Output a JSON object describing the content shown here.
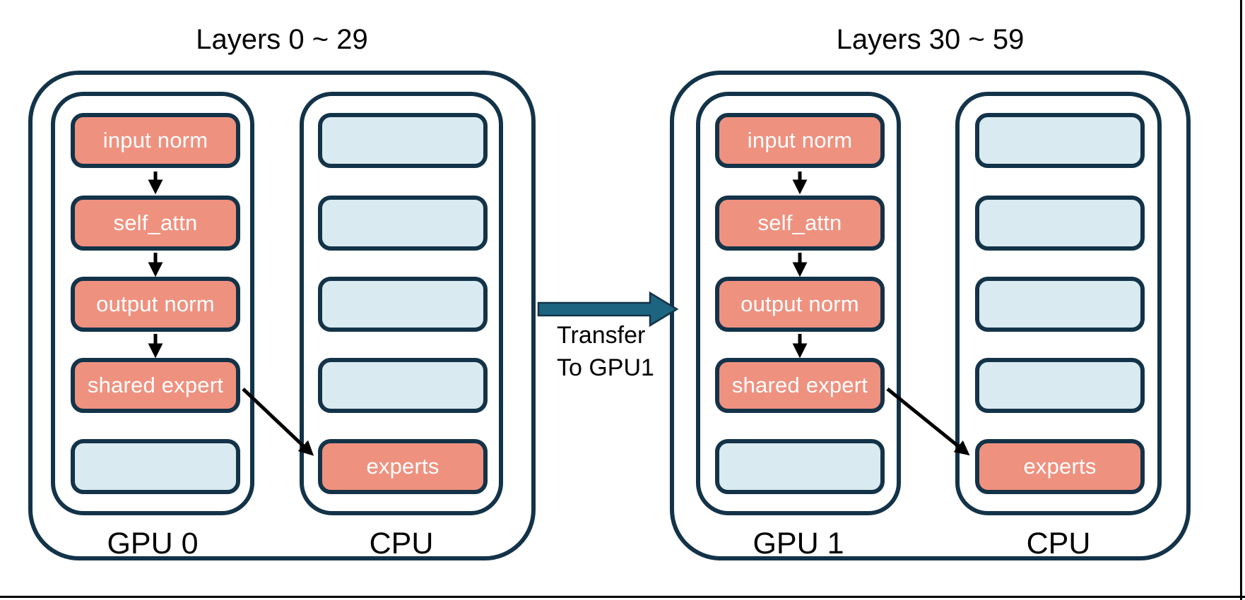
{
  "colors": {
    "outline_navy": "#133349",
    "box_red": "#EF917F",
    "box_blue": "#D9EAF0",
    "transfer_arrow_teal": "#1D6480",
    "flow_arrow_black": "#000000",
    "background": "#FFFFFF"
  },
  "groups": [
    {
      "title": "Layers 0 ~ 29",
      "gpu": {
        "label": "GPU 0",
        "boxes": [
          {
            "label": "input norm",
            "type": "red"
          },
          {
            "label": "self_attn",
            "type": "red"
          },
          {
            "label": "output norm",
            "type": "red"
          },
          {
            "label": "shared expert",
            "type": "red"
          },
          {
            "label": "",
            "type": "blue"
          }
        ]
      },
      "cpu": {
        "label": "CPU",
        "boxes": [
          {
            "label": "",
            "type": "blue"
          },
          {
            "label": "",
            "type": "blue"
          },
          {
            "label": "",
            "type": "blue"
          },
          {
            "label": "",
            "type": "blue"
          },
          {
            "label": "experts",
            "type": "red"
          }
        ]
      }
    },
    {
      "title": "Layers 30 ~ 59",
      "gpu": {
        "label": "GPU 1",
        "boxes": [
          {
            "label": "input norm",
            "type": "red"
          },
          {
            "label": "self_attn",
            "type": "red"
          },
          {
            "label": "output norm",
            "type": "red"
          },
          {
            "label": "shared expert",
            "type": "red"
          },
          {
            "label": "",
            "type": "blue"
          }
        ]
      },
      "cpu": {
        "label": "CPU",
        "boxes": [
          {
            "label": "",
            "type": "blue"
          },
          {
            "label": "",
            "type": "blue"
          },
          {
            "label": "",
            "type": "blue"
          },
          {
            "label": "",
            "type": "blue"
          },
          {
            "label": "experts",
            "type": "red"
          }
        ]
      }
    }
  ],
  "transfer": {
    "label_line1": "Transfer",
    "label_line2": "To GPU1"
  }
}
